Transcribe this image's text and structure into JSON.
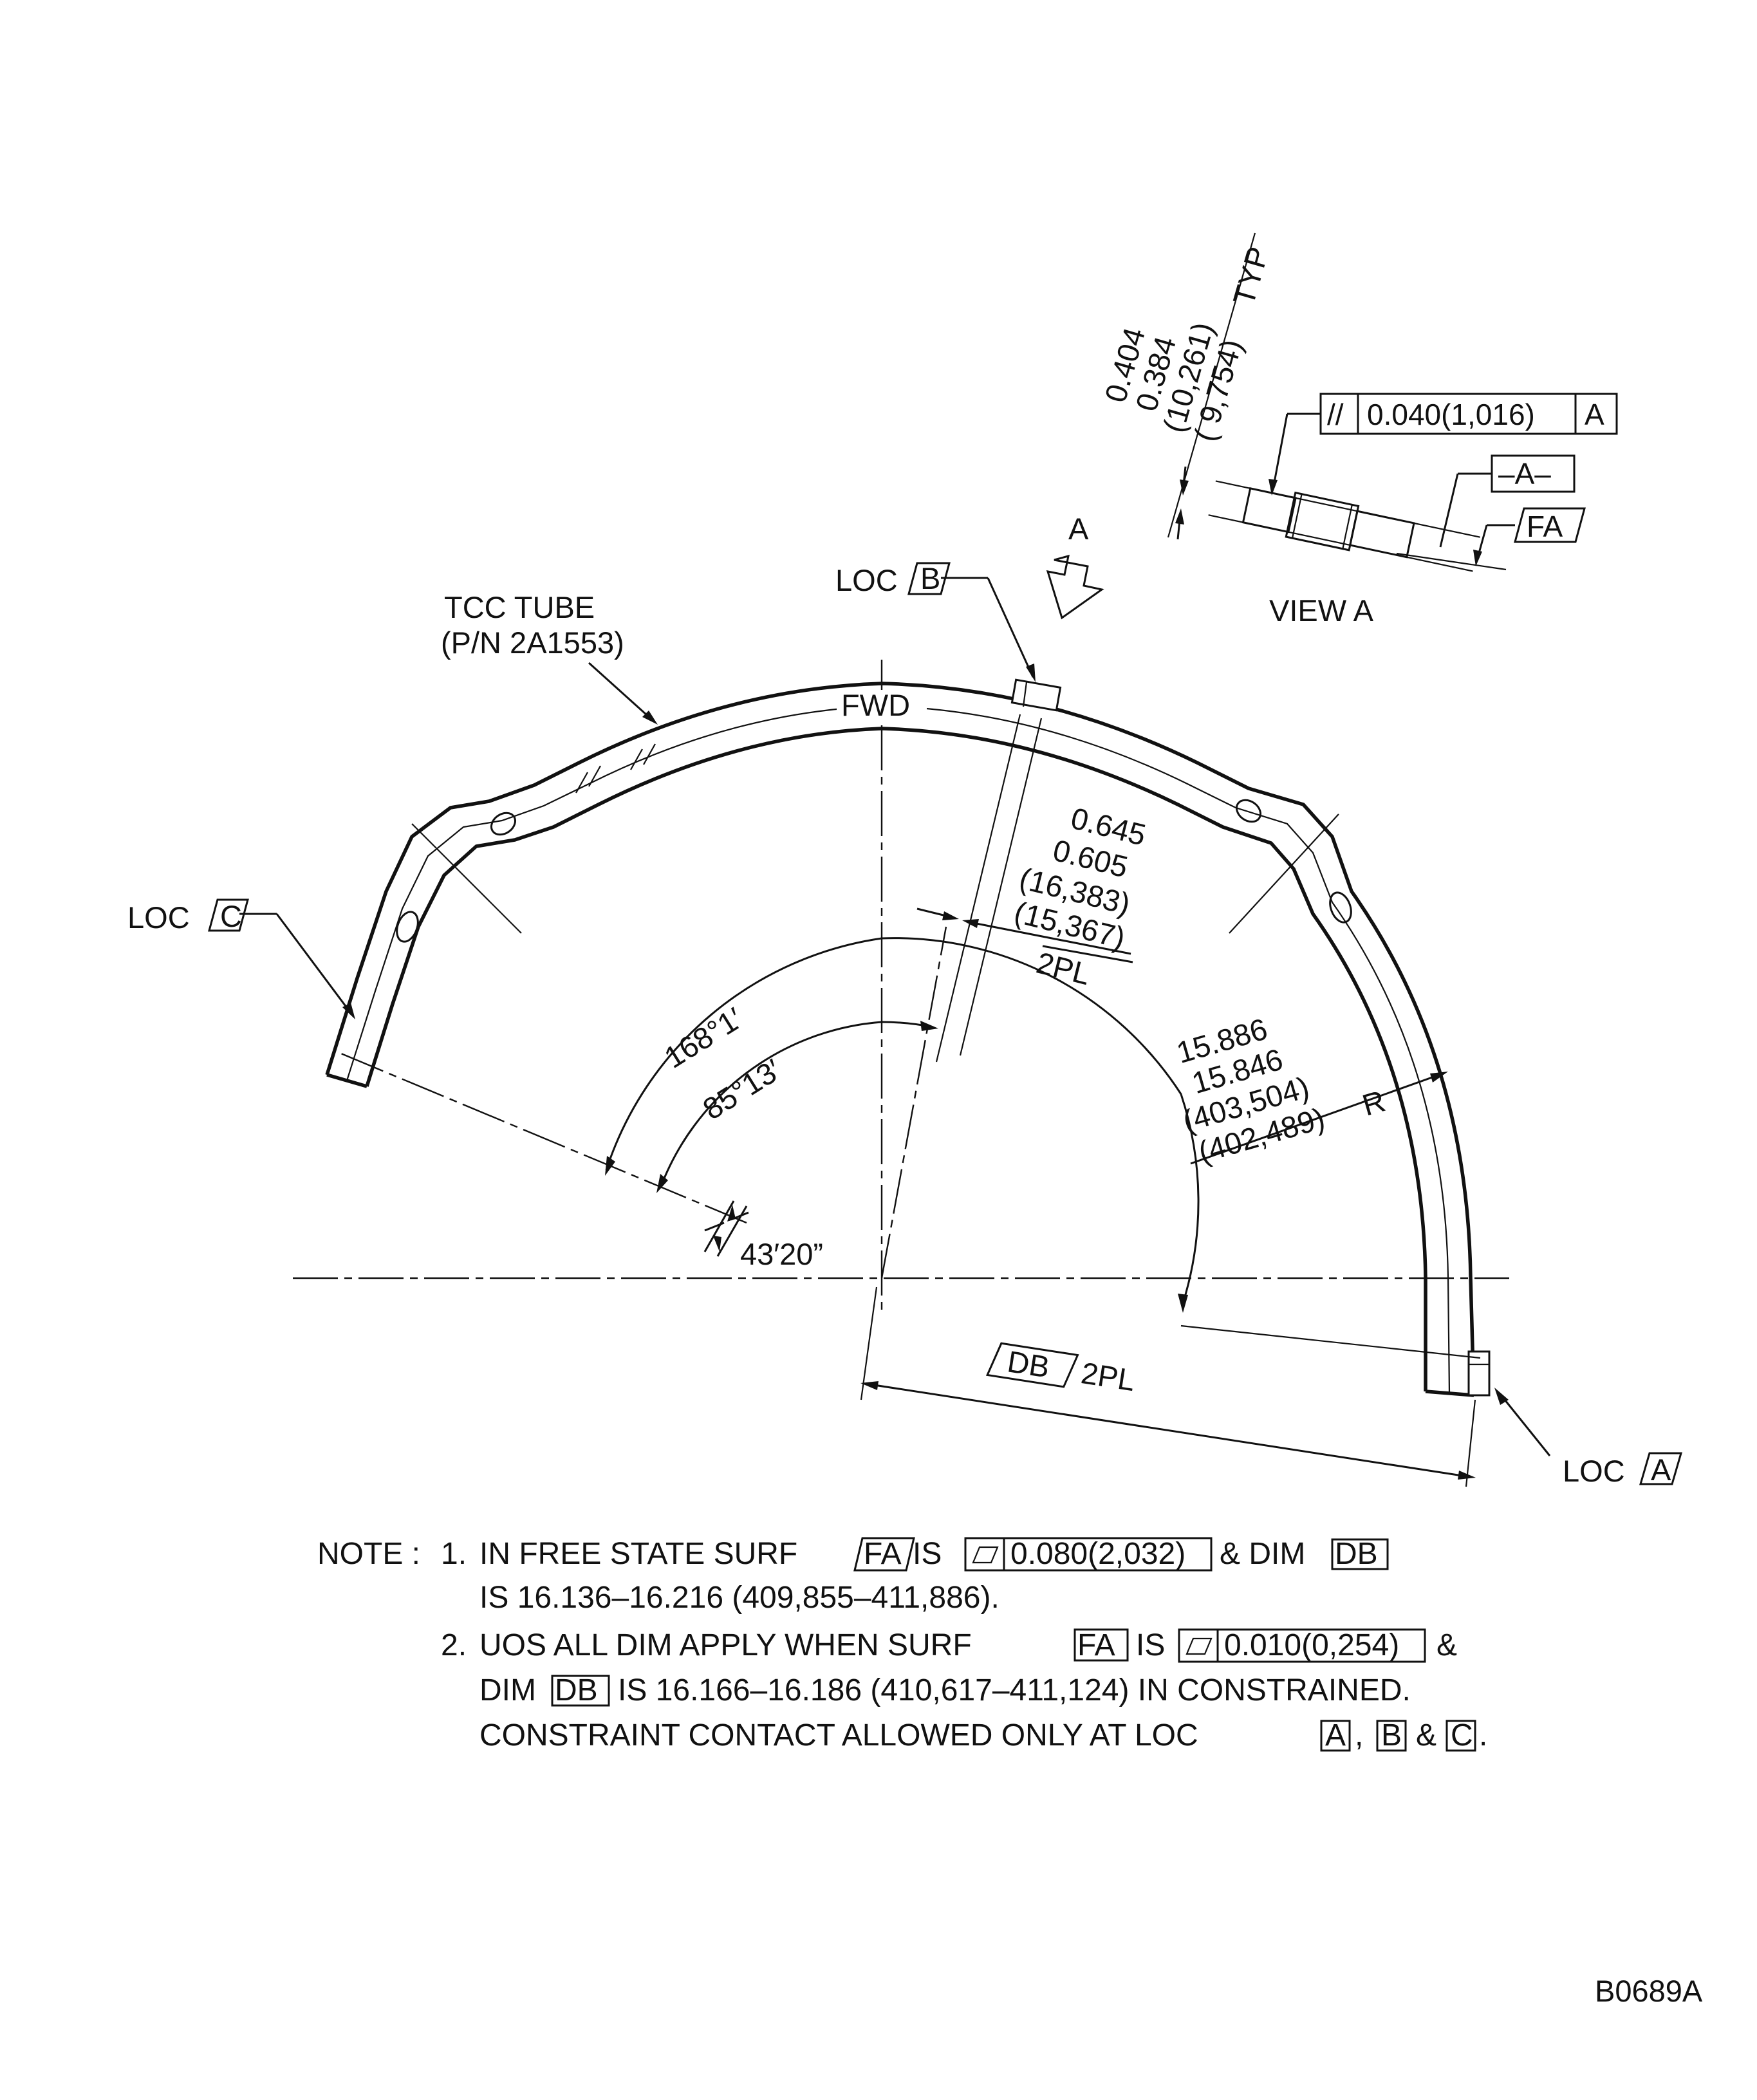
{
  "title_block": {
    "drawing_number": "B0689A"
  },
  "part": {
    "name": "TCC TUBE",
    "part_number": "(P/N 2A1553)",
    "fwd_label": "FWD"
  },
  "view_arrow": {
    "letter": "A"
  },
  "locators": {
    "a": {
      "prefix": "LOC",
      "datum": "A"
    },
    "b": {
      "prefix": "LOC",
      "datum": "B"
    },
    "c": {
      "prefix": "LOC",
      "datum": "C"
    }
  },
  "dimensions": {
    "width": {
      "upper": "0.645",
      "lower": "0.605",
      "upper_mm": "(16,383)",
      "lower_mm": "(15,367)",
      "qty": "2PL"
    },
    "radius": {
      "upper": "15.886",
      "lower": "15.846",
      "upper_mm": "(403,504)",
      "lower_mm": "(402,489)",
      "suffix": "R"
    },
    "angle_outer": "168°1′",
    "angle_inner": "85°13′",
    "angle_small": "43′20”",
    "db": {
      "label": "DB",
      "qty": "2PL"
    }
  },
  "view_a": {
    "label": "VIEW A",
    "thickness": {
      "upper": "0.404",
      "lower": "0.384",
      "upper_mm": "(10,261)",
      "lower_mm": "( 9,754)",
      "note": "TYP"
    },
    "parallelism": {
      "symbol": "//",
      "tolerance": "0.040(1,016)",
      "datum": "A"
    },
    "datum_a": "–A–",
    "surface_fa": "FA"
  },
  "notes": {
    "heading": "NOTE :",
    "n1": {
      "num": "1.",
      "l1_text": "IN FREE STATE SURF",
      "l1_fa": "FA",
      "l1_is": "IS",
      "l1_tol": "0.080(2,032)",
      "l1_dim": "& DIM",
      "l1_db": "DB",
      "l2": "IS 16.136–16.216 (409,855–411,886)."
    },
    "n2": {
      "num": "2.",
      "l1_text": "UOS ALL DIM APPLY WHEN SURF",
      "l1_fa": "FA",
      "l1_is": "IS",
      "l1_tol": "0.010(0,254)",
      "l1_amp": "&",
      "l2_dim": "DIM",
      "l2_db": "DB",
      "l2_rest": "IS 16.166–16.186 (410,617–411,124) IN CONSTRAINED.",
      "l3_text": "CONSTRAINT CONTACT ALLOWED ONLY AT LOC",
      "l3_a": "A",
      "l3_comma": ",",
      "l3_b": "B",
      "l3_amp": "&",
      "l3_c": "C",
      "l3_end": "."
    }
  }
}
